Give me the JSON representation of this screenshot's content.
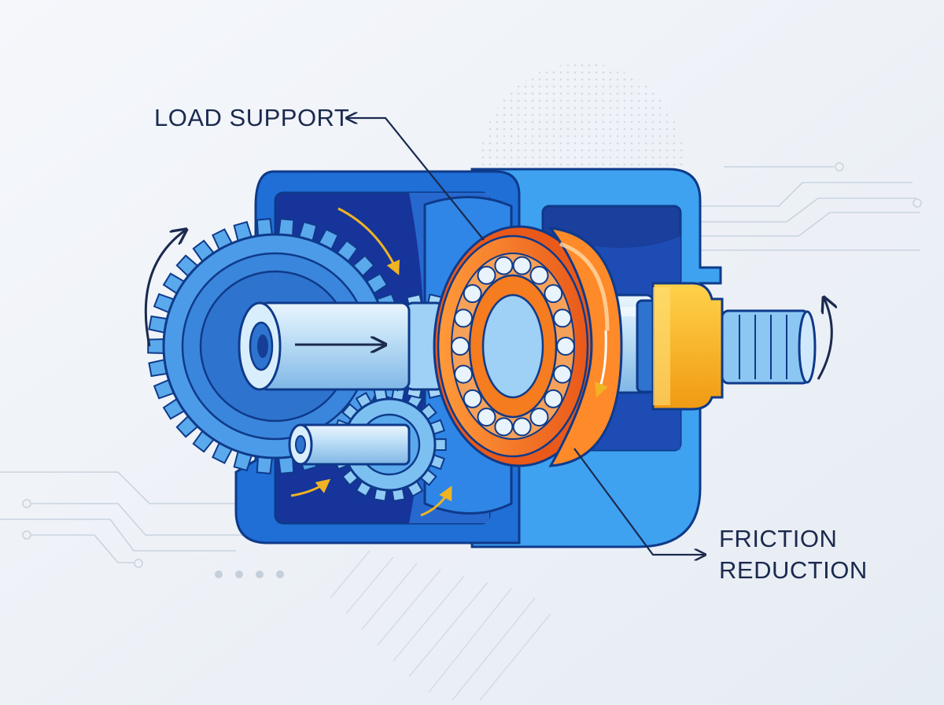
{
  "labels": {
    "load_support": "LOAD SUPPORT",
    "friction_line1": "FRICTION",
    "friction_line2": "REDUCTION"
  },
  "colors": {
    "background": "#eef2f7",
    "housing": "#1f6fd6",
    "housing_dark": "#1646a8",
    "housing_light": "#3ea2f0",
    "gear": "#4c9be8",
    "shaft": "#bfe0f7",
    "bearing_ring": "#f57c1f",
    "bearing_ring_dark": "#e0561a",
    "ball": "#e8f3fb",
    "collar": "#f6b51e",
    "flow_arrow": "#f0b323",
    "ink": "#1b2a4e"
  },
  "icons": [
    "rotation-arrow-left-icon",
    "rotation-arrow-right-icon",
    "flow-arrow-icon",
    "shaft-direction-arrow-icon"
  ]
}
